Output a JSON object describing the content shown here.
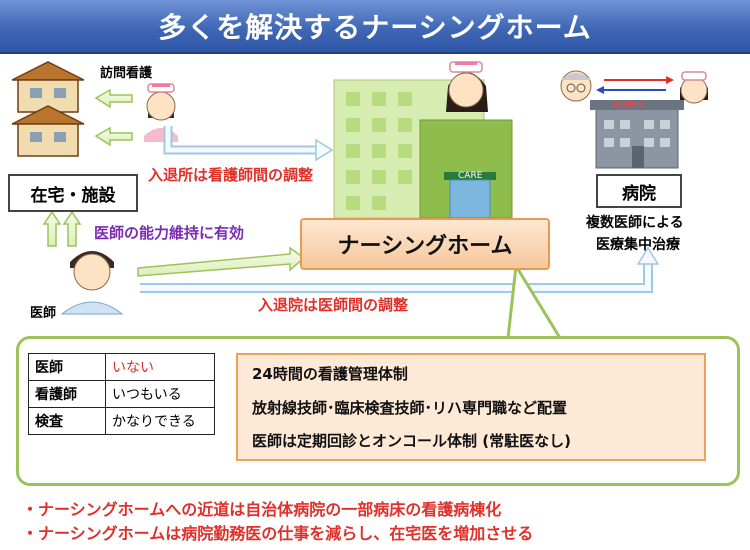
{
  "title": "多くを解決するナーシングホーム",
  "labels": {
    "home_visit_nurse": "訪問看護",
    "home_facility": "在宅・施設",
    "care_sign": "CARE",
    "hospital_sign": "HOSPITAL",
    "hospital": "病院",
    "hospital_desc_1": "複数医師による",
    "hospital_desc_2": "医療集中治療",
    "admission_nurse": "入退所は看護師間の調整",
    "doctor_ability": "医師の能力維持に有効",
    "nursing_home": "ナーシングホーム",
    "doctor": "医師",
    "admission_doctor": "入退院は医師間の調整"
  },
  "table": [
    {
      "key": "医師",
      "value": "いない"
    },
    {
      "key": "看護師",
      "value": "いつもいる"
    },
    {
      "key": "検査",
      "value": "かなりできる"
    }
  ],
  "features": [
    "24時間の看護管理体制",
    "放射線技師･臨床検査技師･リハ専門職など配置",
    "医師は定期回診とオンコール体制 (常駐医なし)"
  ],
  "footer": [
    "・ナーシングホームへの近道は自治体病院の一部病床の看護病棟化",
    "・ナーシングホームは病院勤務医の仕事を減らし、在宅医を増加させる"
  ],
  "colors": {
    "title_bg": "#3f67b5",
    "red_text": "#e0302a",
    "purple_text": "#7a2bb0",
    "panel_border": "#9cc35a",
    "nh_box": "#f7c79b"
  }
}
